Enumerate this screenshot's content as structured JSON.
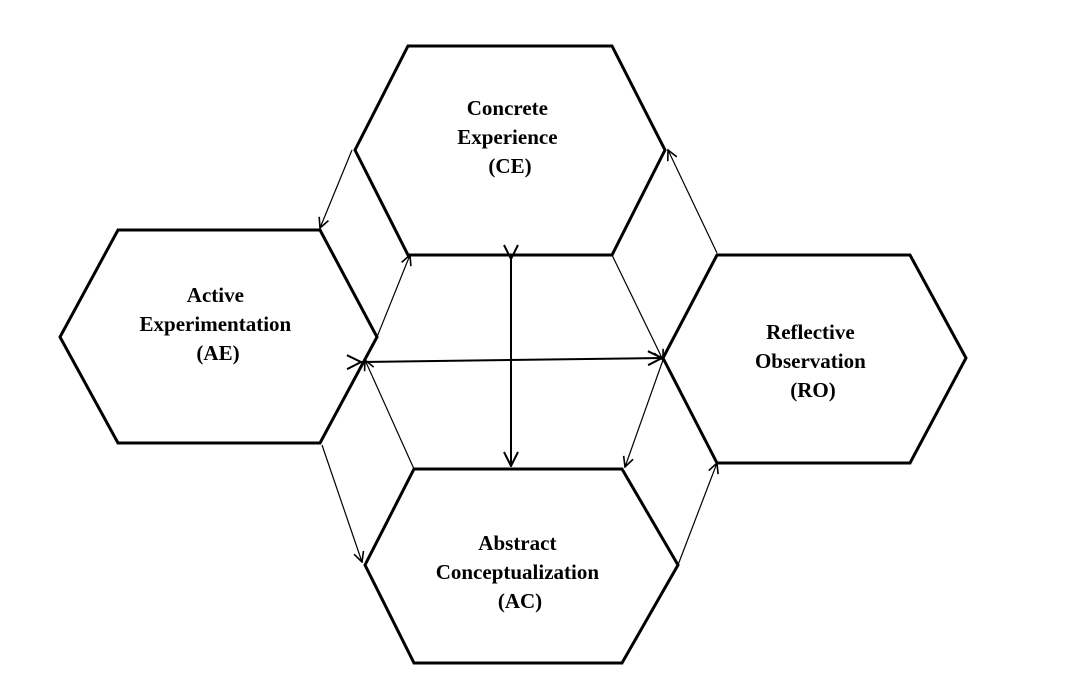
{
  "nodes": {
    "ce": {
      "lines": [
        "Concrete",
        "Experience",
        "(CE)"
      ]
    },
    "ae": {
      "lines": [
        "Active",
        "Experimentation",
        "(AE)"
      ]
    },
    "ro": {
      "lines": [
        "Reflective",
        "Observation",
        "(RO)"
      ]
    },
    "ac": {
      "lines": [
        "Abstract",
        "Conceptualization",
        "(AC)"
      ]
    }
  }
}
